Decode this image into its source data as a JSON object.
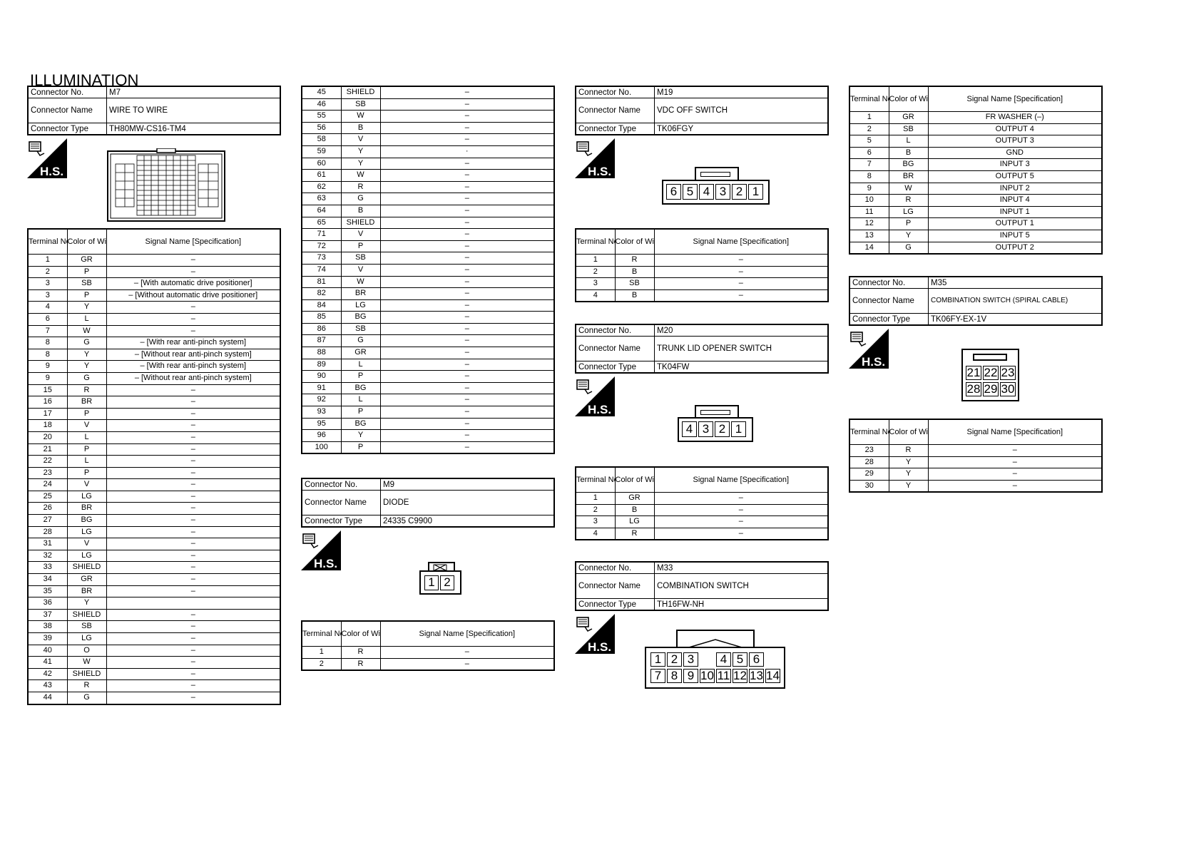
{
  "title": "ILLUMINATION",
  "labels": {
    "connector_no": "Connector No.",
    "connector_name": "Connector Name",
    "connector_type": "Connector Type",
    "terminal_no": "Terminal No.",
    "color_of_wire": "Color of Wire",
    "signal_name": "Signal Name [Specification]",
    "hs_label": "H.S."
  },
  "m7": {
    "no": "M7",
    "name": "WIRE TO WIRE",
    "type": "TH80MW-CS16-TM4",
    "rows": [
      [
        "1",
        "GR",
        "–"
      ],
      [
        "2",
        "P",
        "–"
      ],
      [
        "3",
        "SB",
        "– [With automatic drive positioner]"
      ],
      [
        "3",
        "P",
        "– [Without automatic drive positioner]"
      ],
      [
        "4",
        "Y",
        "–"
      ],
      [
        "6",
        "L",
        "–"
      ],
      [
        "7",
        "W",
        "–"
      ],
      [
        "8",
        "G",
        "– [With rear anti-pinch system]"
      ],
      [
        "8",
        "Y",
        "– [Without rear anti-pinch system]"
      ],
      [
        "9",
        "Y",
        "– [With rear anti-pinch system]"
      ],
      [
        "9",
        "G",
        "– [Without rear anti-pinch system]"
      ],
      [
        "15",
        "R",
        "–"
      ],
      [
        "16",
        "BR",
        "–"
      ],
      [
        "17",
        "P",
        "–"
      ],
      [
        "18",
        "V",
        "–"
      ],
      [
        "20",
        "L",
        "–"
      ],
      [
        "21",
        "P",
        "–"
      ],
      [
        "22",
        "L",
        "–"
      ],
      [
        "23",
        "P",
        "–"
      ],
      [
        "24",
        "V",
        "–"
      ],
      [
        "25",
        "LG",
        "–"
      ],
      [
        "26",
        "BR",
        "–"
      ],
      [
        "27",
        "BG",
        "–"
      ],
      [
        "28",
        "LG",
        "–"
      ],
      [
        "31",
        "V",
        "–"
      ],
      [
        "32",
        "LG",
        "–"
      ],
      [
        "33",
        "SHIELD",
        "–"
      ],
      [
        "34",
        "GR",
        "–"
      ],
      [
        "35",
        "BR",
        "–"
      ],
      [
        "36",
        "Y",
        ""
      ],
      [
        "37",
        "SHIELD",
        "–"
      ],
      [
        "38",
        "SB",
        "–"
      ],
      [
        "39",
        "LG",
        "–"
      ],
      [
        "40",
        "O",
        "–"
      ],
      [
        "41",
        "W",
        "–"
      ],
      [
        "42",
        "SHIELD",
        "–"
      ],
      [
        "43",
        "R",
        "–"
      ],
      [
        "44",
        "G",
        "–"
      ]
    ],
    "rows2": [
      [
        "45",
        "SHIELD",
        "–"
      ],
      [
        "46",
        "SB",
        "–"
      ],
      [
        "55",
        "W",
        "–"
      ],
      [
        "56",
        "B",
        "–"
      ],
      [
        "58",
        "V",
        "–"
      ],
      [
        "59",
        "Y",
        "·"
      ],
      [
        "60",
        "Y",
        "–"
      ],
      [
        "61",
        "W",
        "–"
      ],
      [
        "62",
        "R",
        "–"
      ],
      [
        "63",
        "G",
        "–"
      ],
      [
        "64",
        "B",
        "–"
      ],
      [
        "65",
        "SHIELD",
        "–"
      ],
      [
        "71",
        "V",
        "–"
      ],
      [
        "72",
        "P",
        "–"
      ],
      [
        "73",
        "SB",
        "–"
      ],
      [
        "74",
        "V",
        "–"
      ],
      [
        "81",
        "W",
        "–"
      ],
      [
        "82",
        "BR",
        "–"
      ],
      [
        "84",
        "LG",
        "–"
      ],
      [
        "85",
        "BG",
        "–"
      ],
      [
        "86",
        "SB",
        "–"
      ],
      [
        "87",
        "G",
        "–"
      ],
      [
        "88",
        "GR",
        "–"
      ],
      [
        "89",
        "L",
        "–"
      ],
      [
        "90",
        "P",
        "–"
      ],
      [
        "91",
        "BG",
        "–"
      ],
      [
        "92",
        "L",
        "–"
      ],
      [
        "93",
        "P",
        "–"
      ],
      [
        "95",
        "BG",
        "–"
      ],
      [
        "96",
        "Y",
        "–"
      ],
      [
        "100",
        "P",
        "–"
      ]
    ]
  },
  "m9": {
    "no": "M9",
    "name": "DIODE",
    "type": "24335 C9900",
    "pins": [
      "1",
      "2"
    ],
    "rows": [
      [
        "1",
        "R",
        "–"
      ],
      [
        "2",
        "R",
        "–"
      ]
    ]
  },
  "m19": {
    "no": "M19",
    "name": "VDC OFF SWITCH",
    "type": "TK06FGY",
    "pins": [
      "6",
      "5",
      "4",
      "3",
      "2",
      "1"
    ],
    "rows": [
      [
        "1",
        "R",
        "–"
      ],
      [
        "2",
        "B",
        "–"
      ],
      [
        "3",
        "SB",
        "–"
      ],
      [
        "4",
        "B",
        "–"
      ]
    ]
  },
  "m20": {
    "no": "M20",
    "name": "TRUNK LID OPENER SWITCH",
    "type": "TK04FW",
    "pins": [
      "4",
      "3",
      "2",
      "1"
    ],
    "rows": [
      [
        "1",
        "GR",
        "–"
      ],
      [
        "2",
        "B",
        "–"
      ],
      [
        "3",
        "LG",
        "–"
      ],
      [
        "4",
        "R",
        "–"
      ]
    ]
  },
  "m33": {
    "no": "M33",
    "name": "COMBINATION SWITCH",
    "type": "TH16FW-NH",
    "pins_top": [
      "1",
      "2",
      "3",
      "",
      "4",
      "5",
      "6"
    ],
    "pins_bottom": [
      "7",
      "8",
      "9",
      "10",
      "11",
      "12",
      "13",
      "14"
    ],
    "rows": [
      [
        "1",
        "GR",
        "FR WASHER (–)"
      ],
      [
        "2",
        "SB",
        "OUTPUT 4"
      ],
      [
        "5",
        "L",
        "OUTPUT 3"
      ],
      [
        "6",
        "B",
        "GND"
      ],
      [
        "7",
        "BG",
        "INPUT 3"
      ],
      [
        "8",
        "BR",
        "OUTPUT 5"
      ],
      [
        "9",
        "W",
        "INPUT 2"
      ],
      [
        "10",
        "R",
        "INPUT 4"
      ],
      [
        "11",
        "LG",
        "INPUT 1"
      ],
      [
        "12",
        "P",
        "OUTPUT 1"
      ],
      [
        "13",
        "Y",
        "INPUT 5"
      ],
      [
        "14",
        "G",
        "OUTPUT 2"
      ]
    ]
  },
  "m35": {
    "no": "M35",
    "name": "COMBINATION SWITCH (SPIRAL CABLE)",
    "type": "TK06FY-EX-1V",
    "pins_top": [
      "21",
      "22",
      "23"
    ],
    "pins_bottom": [
      "28",
      "29",
      "30"
    ],
    "rows": [
      [
        "23",
        "R",
        "–"
      ],
      [
        "28",
        "Y",
        "–"
      ],
      [
        "29",
        "Y",
        "–"
      ],
      [
        "30",
        "Y",
        "–"
      ]
    ]
  }
}
